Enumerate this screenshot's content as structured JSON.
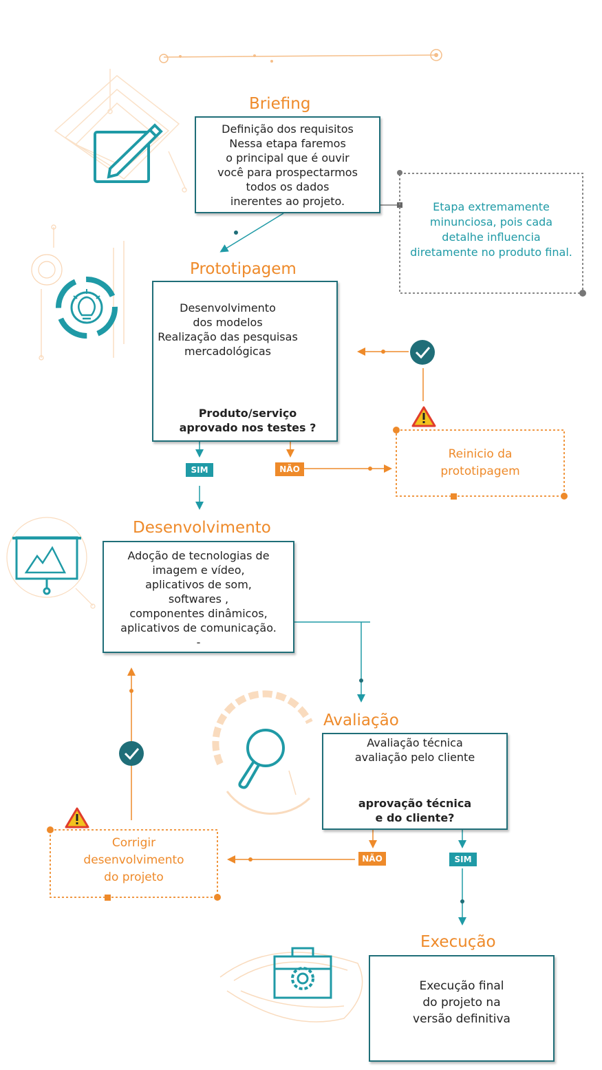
{
  "briefing": {
    "title": "Briefing",
    "text": "Definição dos requisitos\nNessa etapa  faremos\no principal que é ouvir\nvocê para prospectarmos\ntodos os dados\ninerentes ao projeto.",
    "note": "Etapa extremamente\nminunciosa, pois cada\ndetalhe influencia\ndiretamente no produto final."
  },
  "prototipagem": {
    "title": "Prototipagem",
    "text": "Desenvolvimento\ndos modelos\nRealização das pesquisas\nmercadológicas",
    "question": "Produto/serviço\naprovado nos testes ?",
    "restart": "Reinicio da\nprototipagem"
  },
  "desenvolvimento": {
    "title": "Desenvolvimento",
    "text": "Adoção de tecnologias de\nimagem e vídeo,\naplicativos de som,\nsoftwares ,\ncomponentes dinâmicos,\naplicativos de comunicação.\n-"
  },
  "avaliacao": {
    "title": "Avaliação",
    "text": "Avaliação técnica\navaliação pelo cliente",
    "question": "aprovação técnica\ne do cliente?",
    "fix": "Corrigir\ndesenvolvimento\ndo projeto"
  },
  "execucao": {
    "title": "Execução",
    "text": "Execução final\ndo projeto na\nversão definitiva"
  },
  "tags": {
    "sim": "SIM",
    "nao": "NÃO"
  },
  "colors": {
    "orange": "#ee8a2a",
    "teal": "#1f9aa6",
    "border": "#1f6e78"
  },
  "icons": [
    "pencil-edit-icon",
    "lightbulb-icon",
    "presentation-chart-icon",
    "magnifier-icon",
    "briefcase-gear-icon",
    "check-circle-icon",
    "warning-triangle-icon"
  ]
}
